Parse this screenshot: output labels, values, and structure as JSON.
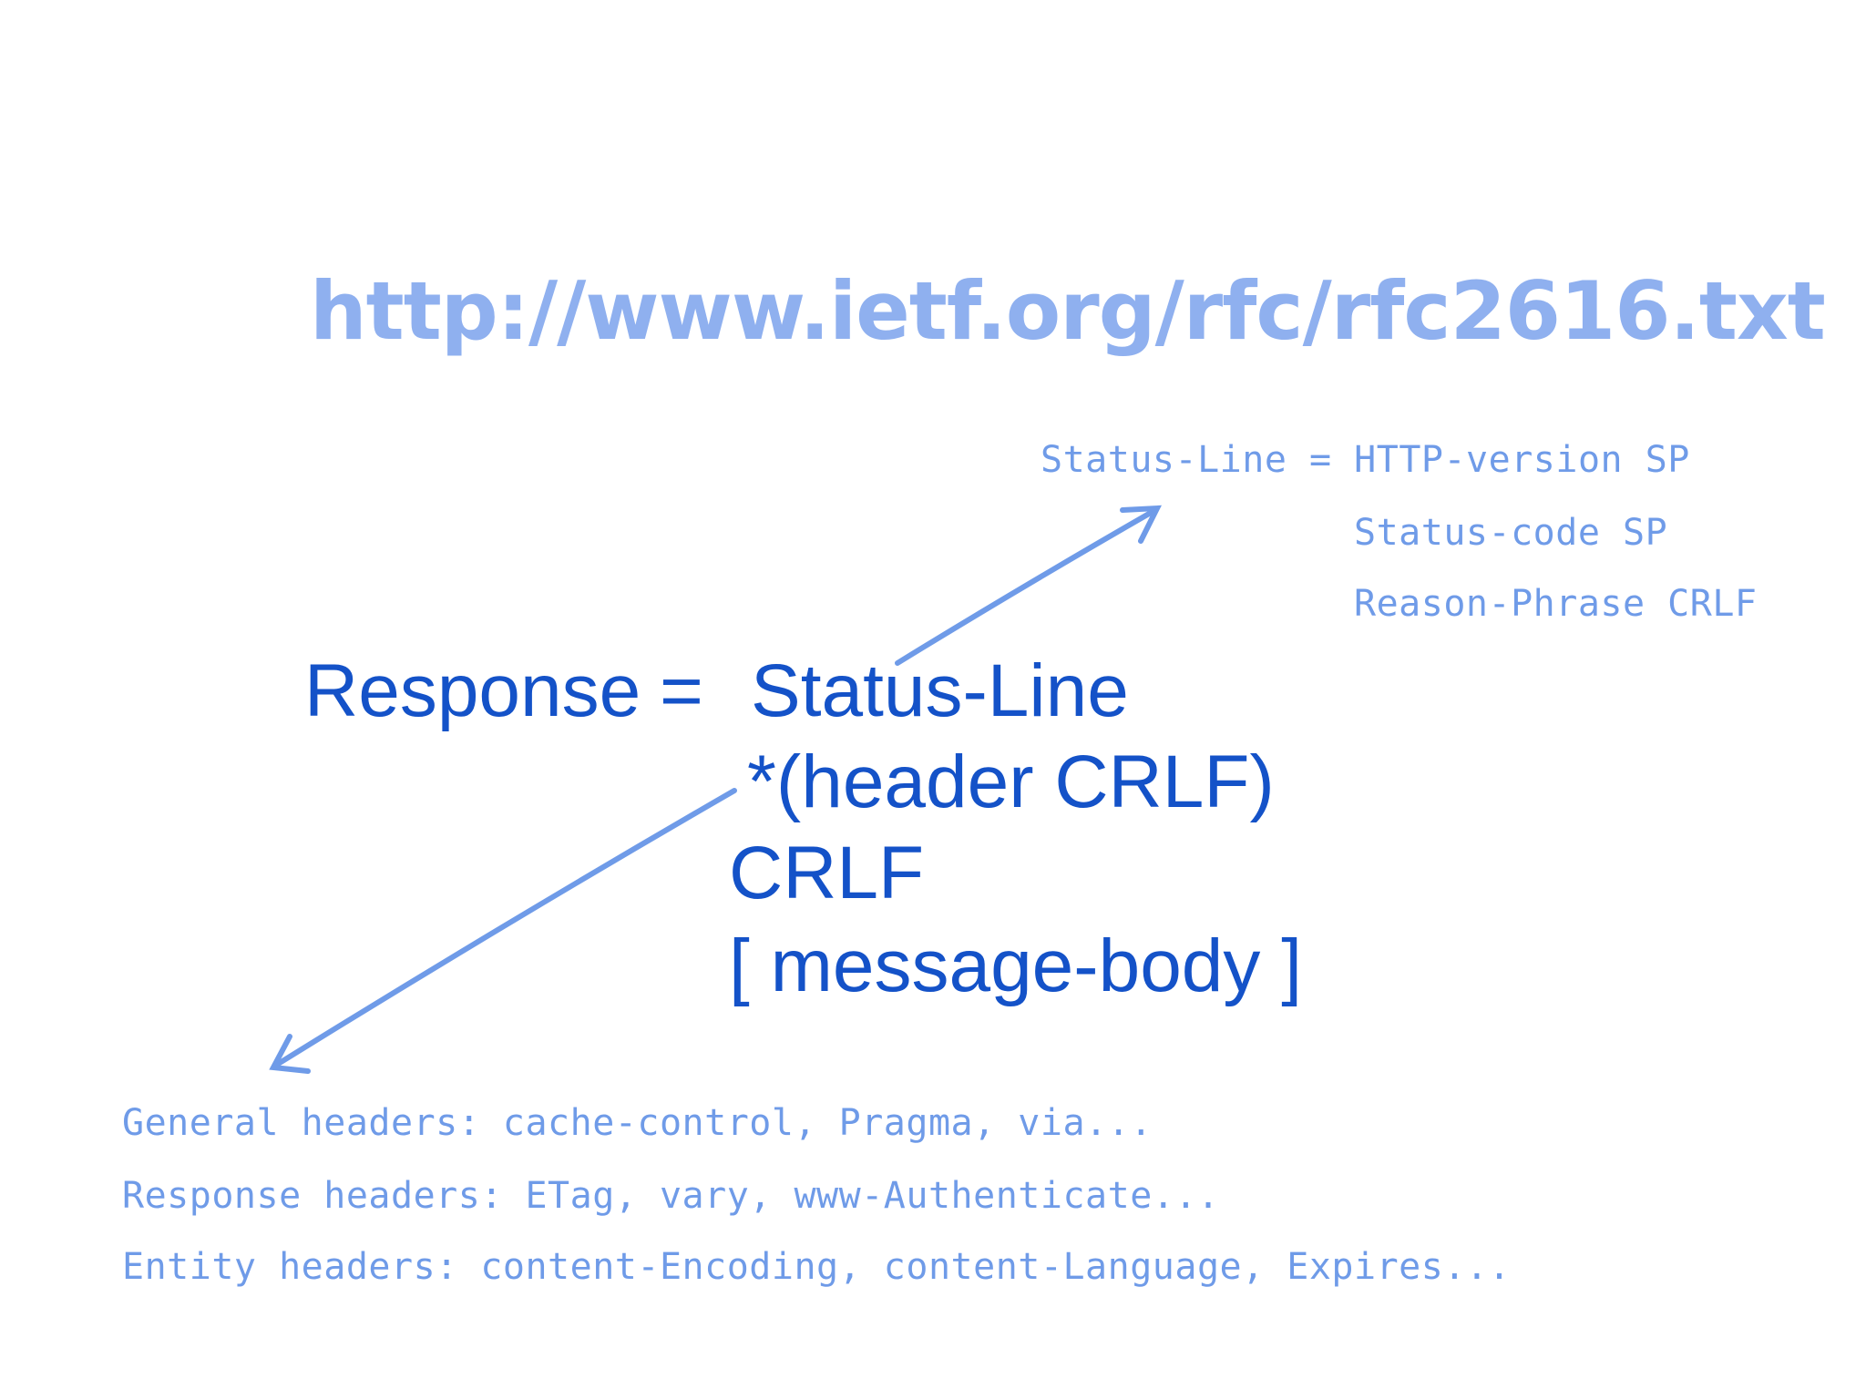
{
  "url": "http://www.ietf.org/rfc/rfc2616.txt",
  "status_line_def": {
    "line1": "Status-Line = HTTP-version SP",
    "line2": "Status-code SP",
    "line3": "Reason-Phrase CRLF"
  },
  "response_def": {
    "lhs": "Response",
    "equals": "=",
    "line1": "Status-Line",
    "line2": "*(header CRLF)",
    "line3": "CRLF",
    "line4": "[ message-body ]"
  },
  "headers_notes": {
    "general": "General headers: cache-control, Pragma, via...",
    "response": "Response headers: ETag, vary, www-Authenticate...",
    "entity": "Entity headers: content-Encoding, content-Language, Expires..."
  },
  "colors": {
    "url": "#8fb0ef",
    "handwritten": "#6f9be8",
    "definition": "#1452c8"
  }
}
